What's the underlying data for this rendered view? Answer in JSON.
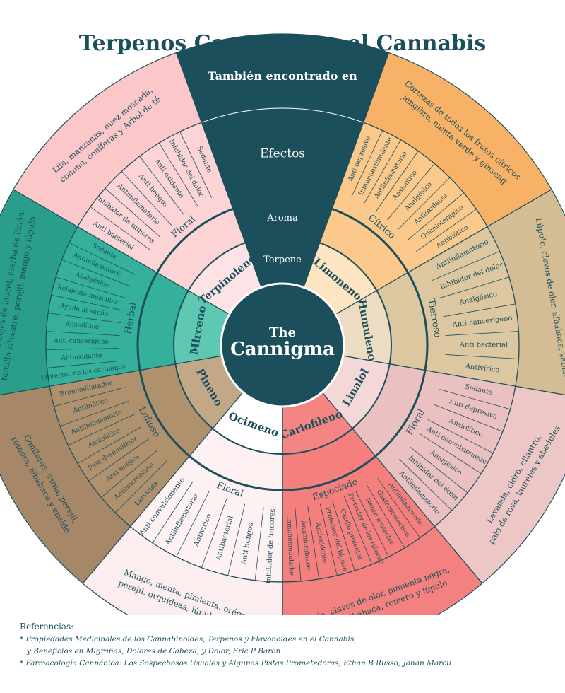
{
  "title": "Terpenos Comunes en el Cannabis",
  "logo": {
    "line1": "The",
    "line2": "Cannigma"
  },
  "header_labels": {
    "terpene": "Terpene",
    "aroma": "Aroma",
    "effects": "Efectos",
    "found_in": "También encontrado en"
  },
  "colors": {
    "dark": "#1c4f5c",
    "line": "#1c4f5c",
    "white": "#ffffff"
  },
  "terpenes": [
    {
      "name": "Limoneno",
      "aroma": "Cítrico",
      "effects": [
        "Anti depresivo",
        "Inmunoestimulante",
        "Antiinflamatorio",
        "Ansiolítico",
        "Analgésico",
        "Antioxidante",
        "Quimioterápico",
        "Antibiótico"
      ],
      "found_in": [
        "Cortezas de todos los frutos cítricos",
        "jengibre, menta verde y ginseng"
      ],
      "light": "#fde5c2",
      "medium": "#fbc98c",
      "strong": "#f8b267"
    },
    {
      "name": "Humuleno",
      "aroma": "Tierroso",
      "effects": [
        "Antiinflamatorio",
        "Inhibidor del dolor",
        "Analgésico",
        "Anti cancerígeno",
        "Anti bacterial",
        "Antivírico"
      ],
      "found_in": [
        "Lúpulo, clavos de olor, albahaca, sabia."
      ],
      "light": "#ecdcc1",
      "medium": "#dcc7a0",
      "strong": "#d4bd94"
    },
    {
      "name": "Linalol",
      "aroma": "Floral",
      "effects": [
        "Sedante",
        "Anti depresivo",
        "Ansiolítico",
        "Anti convulsionante",
        "Analgésico",
        "Inhibidor del dolor",
        "Antiinflamatorio"
      ],
      "found_in": [
        "Lavanda, cidro, cilantro,",
        "palo de rosa, laureles y abedules"
      ],
      "light": "#f4d7d7",
      "medium": "#ebc0c1",
      "strong": "#edc6c6"
    },
    {
      "name": "Cariofileno",
      "aroma": "Especiado",
      "effects": [
        "Antiinflamatorio",
        "Gastroprotectivo",
        "Neuro protector",
        "Protector de los riñones",
        "Cardio protector",
        "Protector del hígado",
        "Antioxidante",
        "Antimicrobiano",
        "Inmunomodulador"
      ],
      "found_in": [
        "Canela, clavos de olor, pimienta negra,",
        "orégano, albahaca, romero y lúpulo"
      ],
      "light": "#f48583",
      "medium": "#f47f7d",
      "strong": "#f3817f"
    },
    {
      "name": "Ocimeno",
      "aroma": "Floral",
      "effects": [
        "Inhibidor de tumores",
        "Anti hongos",
        "Antibacterial",
        "Antivírico",
        "Antiinflamatorio",
        "Anti convulsionante"
      ],
      "found_in": [
        "Mango, menta, pimienta, orégano,",
        "perejil, orquídeas, lúpulo y lavanda"
      ],
      "light": "#ffffff",
      "medium": "#fdf1f2",
      "strong": "#fcedee"
    },
    {
      "name": "Pineno",
      "aroma": "Leñoso",
      "effects": [
        "Larvicida",
        "Antimicrobiano",
        "Anti hongos",
        "Pain desensitizer",
        "Ansiolítico",
        "Antiinflamatorio",
        "Antibiótico",
        "Broncodilatador"
      ],
      "found_in": [
        "Coníferas, sabia, perejil,",
        "romero, albahaca y eneldo"
      ],
      "light": "#c3a888",
      "medium": "#b0916e",
      "strong": "#a68868"
    },
    {
      "name": "Mirceno",
      "aroma": "Herbal",
      "effects": [
        "Protector de los cartílagos",
        "Antioxidante",
        "Anti cancerígeno",
        "Ansiolítico",
        "Ayuda al sueño",
        "Relajante muscular",
        "Analgésico",
        "Antiinflamatorio",
        "Sedante"
      ],
      "found_in": [
        "Albahaca, hojas de laurel, hierba de limón,",
        "tomillo silvestre, perejil, mango y lúpulo"
      ],
      "light": "#5ec8b3",
      "medium": "#35b19b",
      "strong": "#2a9e8a"
    },
    {
      "name": "Terpinoleno",
      "aroma": "Floral",
      "effects": [
        "Anti bacterial",
        "Inhibidor de tumores",
        "Antiinflamatorio",
        "Anti hongos",
        "Anti oxidante",
        "Inhibidor del dolor",
        "Sedante"
      ],
      "found_in": [
        "Lila, manzanas, nuez moscada,",
        "comino, coníferas y Árbol de té"
      ],
      "light": "#fde3e5",
      "medium": "#fdd4d6",
      "strong": "#fcc7c9"
    }
  ],
  "references": {
    "title": "Referencias:",
    "items": [
      "* Propiedades Medicinales de los Cannabinoides, Terpenos y Flavonoides en el Cannabis,",
      "y Beneficios en Migrañas, Dolores de Cabeza, y Dolor, Eric P Baron",
      "* Farmacología Cannábica: Los Sospechosos Usuales y Algunas Pistas Prometedoras, Ethan B Russo, Jahan Marcu"
    ]
  }
}
